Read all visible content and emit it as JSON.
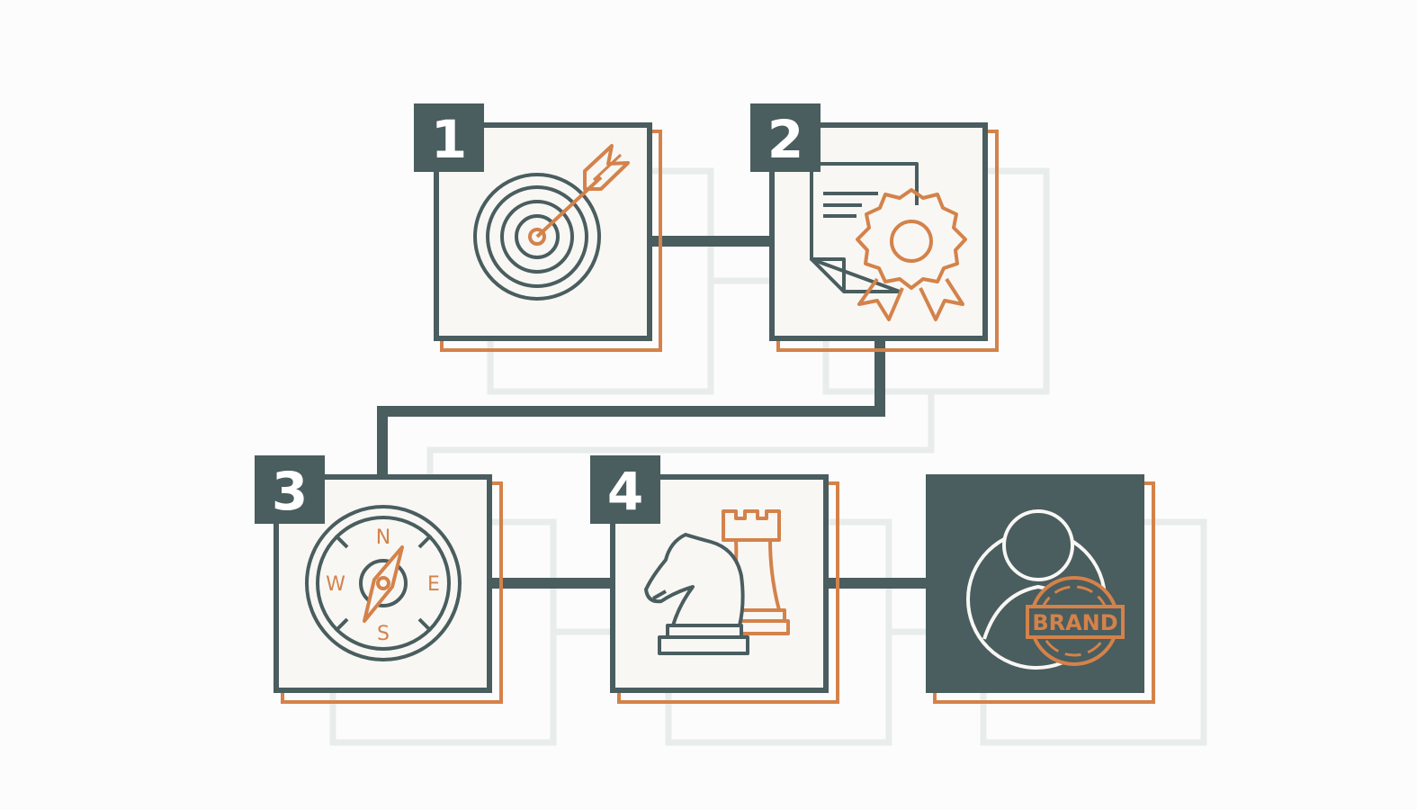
{
  "colors": {
    "background": "#fcfcfc",
    "dark": "#4a5d5f",
    "accent": "#d4824a",
    "card_fill": "#f8f7f4",
    "shadow": "#e8ecea"
  },
  "steps": [
    {
      "number": "1",
      "icon": "target-icon"
    },
    {
      "number": "2",
      "icon": "certificate-icon"
    },
    {
      "number": "3",
      "icon": "compass-icon"
    },
    {
      "number": "4",
      "icon": "chess-icon"
    }
  ],
  "compass": {
    "north": "N",
    "east": "E",
    "south": "S",
    "west": "W"
  },
  "final": {
    "icon": "person-brand-icon",
    "stamp_text": "BRAND"
  }
}
